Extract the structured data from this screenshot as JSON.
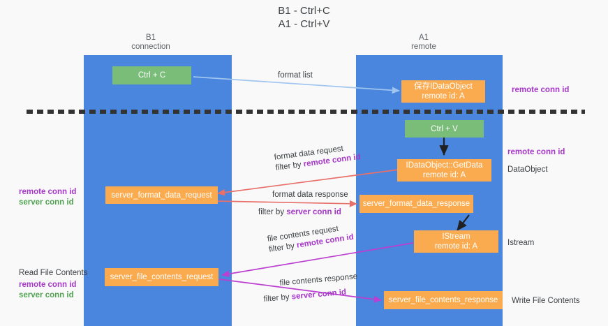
{
  "title": {
    "line1": "B1 - Ctrl+C",
    "line2": "A1 - Ctrl+V"
  },
  "columns": [
    {
      "id": "b1",
      "name": "B1",
      "role": "connection"
    },
    {
      "id": "a1",
      "name": "A1",
      "role": "remote"
    }
  ],
  "nodes": {
    "ctrl_c": {
      "label": "Ctrl + C",
      "color": "#79bd78"
    },
    "save_idataobject": {
      "label": "保存IDataObject",
      "sub": "remote id: A",
      "color": "#fbab4f"
    },
    "ctrl_v": {
      "label": "Ctrl + V",
      "color": "#79bd78"
    },
    "getdata": {
      "label": "IDataObject::GetData",
      "sub": "remote id: A",
      "color": "#fbab4f"
    },
    "server_format_data_request": {
      "label": "server_format_data_request",
      "color": "#fbab4f"
    },
    "server_format_data_response": {
      "label": "server_format_data_response",
      "color": "#fbab4f"
    },
    "istream": {
      "label": "IStream",
      "sub": "remote id: A",
      "color": "#fbab4f"
    },
    "server_file_contents_request": {
      "label": "server_file_contents_request",
      "color": "#fbab4f"
    },
    "server_file_contents_response": {
      "label": "server_file_contents_response",
      "color": "#fbab4f"
    }
  },
  "edge_labels": {
    "format_list": "format list",
    "format_data_request": "format data request",
    "format_data_request_filter_prefix": "filter by ",
    "format_data_request_filter_key": "remote conn id",
    "format_data_response": "format data response",
    "format_data_response_filter_prefix": "filter by ",
    "format_data_response_filter_key": "server conn id",
    "file_contents_request": "file contents request",
    "file_contents_request_filter_prefix": "filter by ",
    "file_contents_request_filter_key": "remote conn id",
    "file_contents_response": "file contents response",
    "file_contents_response_filter_prefix": "filter by ",
    "file_contents_response_filter_key": "server conn id"
  },
  "annotations": {
    "right_top_remote_conn_id": "remote conn id",
    "right_mid_remote_conn_id": "remote conn id",
    "right_dataobject": "DataObject",
    "right_istream": "Istream",
    "right_write_file_contents": "Write File Contents",
    "left_remote_conn_id_1": "remote conn id",
    "left_server_conn_id_1": "server conn id",
    "left_read_file_contents": "Read File Contents",
    "left_remote_conn_id_2": "remote conn id",
    "left_server_conn_id_2": "server conn id"
  },
  "colors": {
    "lane": "#4a86dd",
    "green_node": "#79bd78",
    "orange_node": "#fbab4f",
    "purple_text": "#a637c9",
    "green_text": "#52a352",
    "edge_blue": "#9fc5f0",
    "edge_red": "#e8706a",
    "edge_magenta": "#bb3fd0",
    "edge_black": "#202124",
    "background": "#f9f9f9"
  }
}
